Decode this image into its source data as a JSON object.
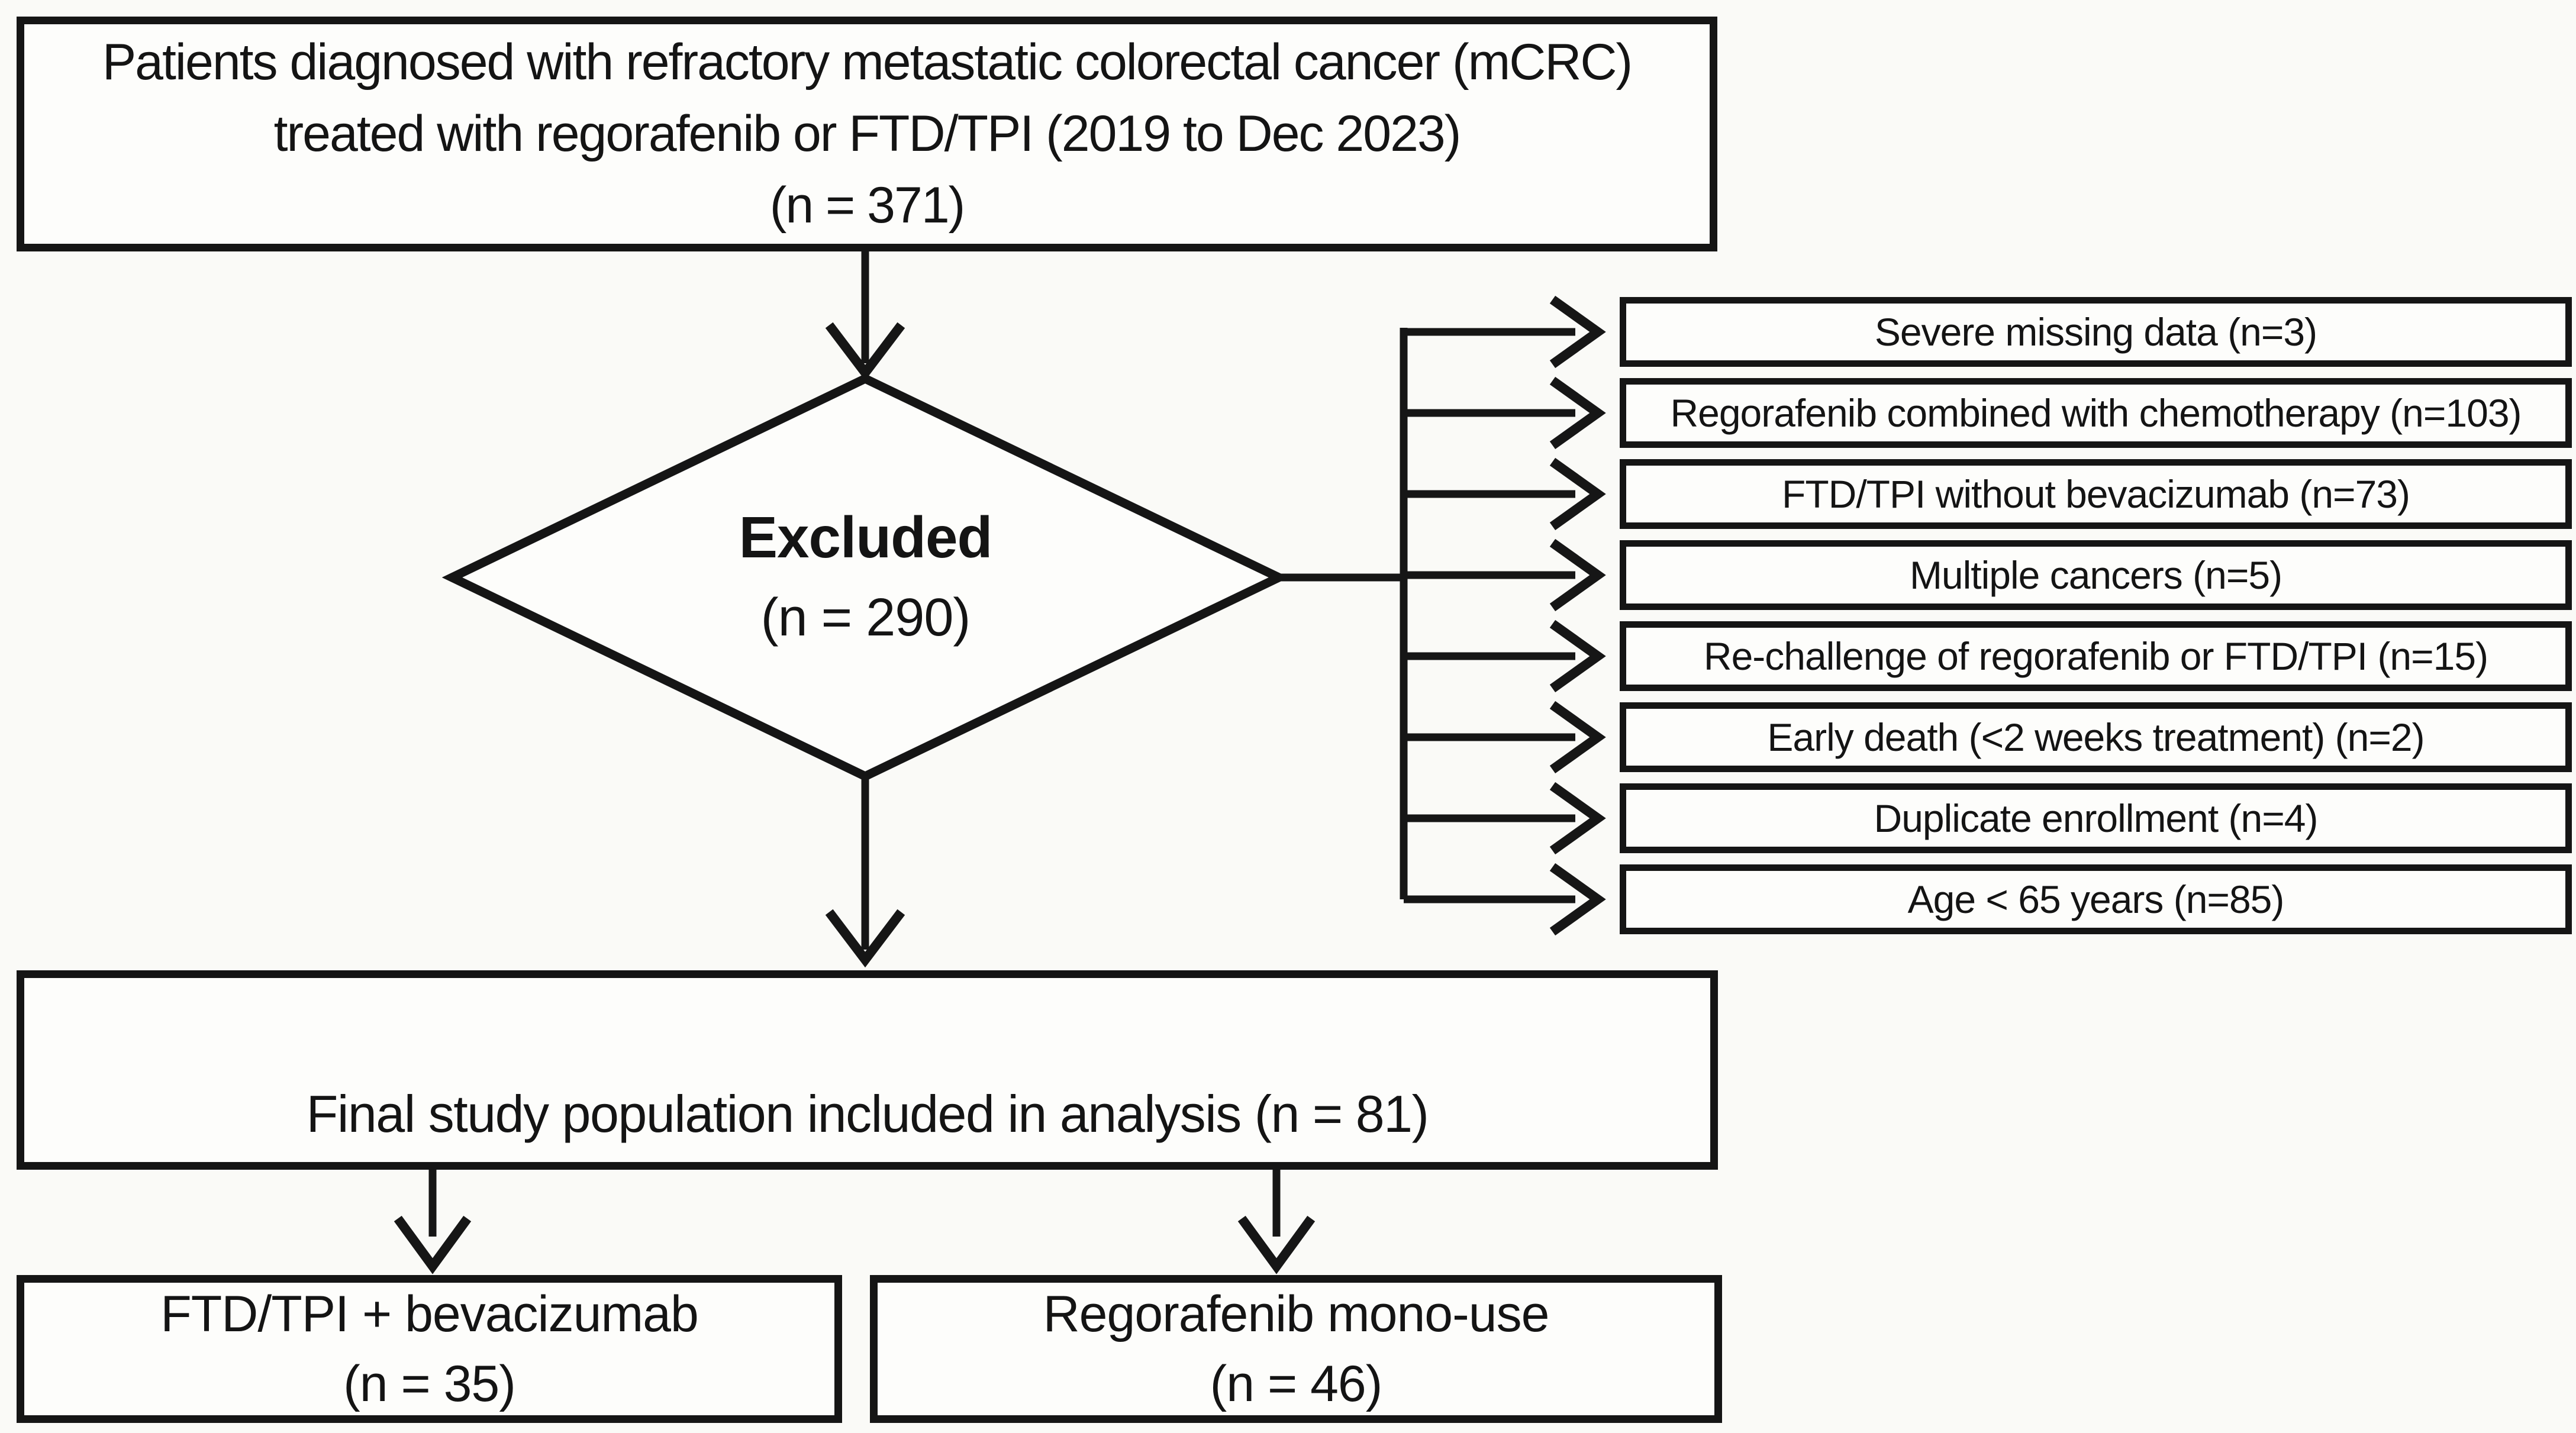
{
  "top_box": {
    "line1": "Patients diagnosed with refractory metastatic colorectal cancer (mCRC)",
    "line2": "treated with regorafenib or FTD/TPI (2019 to Dec 2023)",
    "line3": "(n = 371)"
  },
  "excluded_diamond": {
    "title": "Excluded",
    "count": "(n = 290)"
  },
  "exclusion_boxes": [
    "Severe missing data (n=3)",
    "Regorafenib combined with chemotherapy (n=103)",
    "FTD/TPI without bevacizumab (n=73)",
    "Multiple cancers (n=5)",
    "Re-challenge of regorafenib or FTD/TPI (n=15)",
    "Early death (<2 weeks treatment) (n=2)",
    "Duplicate enrollment (n=4)",
    "Age < 65 years (n=85)"
  ],
  "final_box": {
    "label": "Final study population included in analysis (n = 81)"
  },
  "arm_boxes": [
    {
      "line1": "FTD/TPI + bevacizumab",
      "line2": "(n = 35)"
    },
    {
      "line1": "Regorafenib mono-use",
      "line2": "(n = 46)"
    }
  ],
  "colors": {
    "line": "#161616",
    "border": "#151515",
    "box_fill": "#fdfdfb",
    "background": "#fafaf7"
  }
}
